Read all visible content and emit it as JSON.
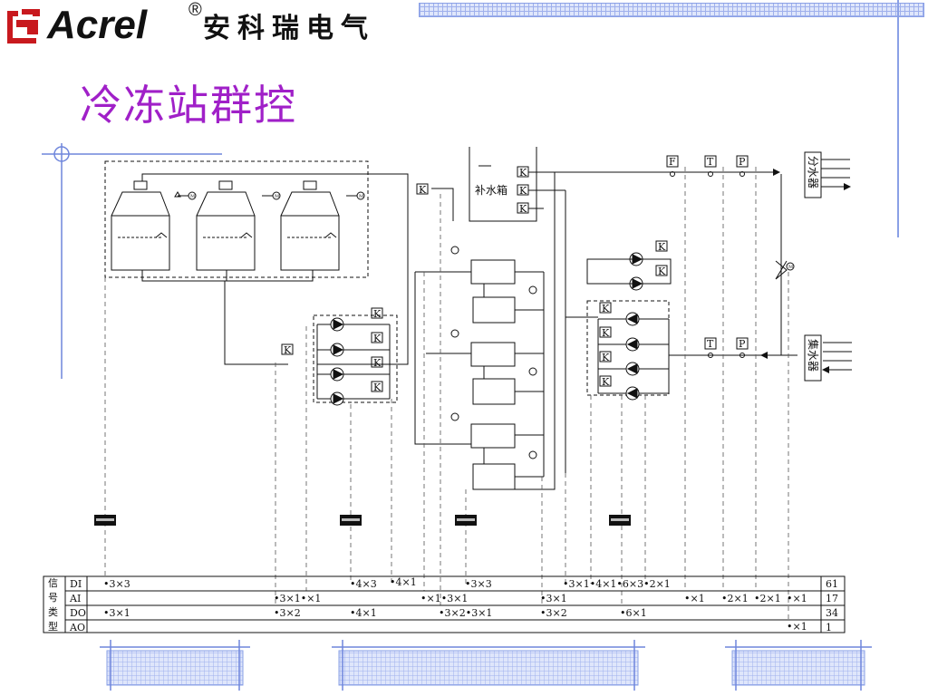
{
  "brand": {
    "name": "Acrel",
    "registered": "®",
    "name_cn": "安科瑞电气",
    "logo_color": "#c8191e"
  },
  "title": "冷冻站群控",
  "title_color": "#a020c8",
  "diagram": {
    "tank_label": "补水箱",
    "supply_header": "分水器",
    "return_header": "集水器",
    "valve_k": "K",
    "sensor_f": "F",
    "sensor_t": "T",
    "sensor_p": "P",
    "motor_m": "M"
  },
  "signal_table": {
    "header_chars": [
      "信",
      "号",
      "类",
      "型"
    ],
    "rows": [
      {
        "type": "DI",
        "cells": [
          "•3×3",
          "•4×3",
          "•4×1",
          "•3×3",
          "•3×1•4×1•6×3•2×1"
        ],
        "total": "61"
      },
      {
        "type": "AI",
        "cells": [
          "•3×1•×1",
          "•×1•3×1",
          "•3×1",
          "•×1",
          "•2×1",
          "•2×1",
          "•×1"
        ],
        "total": "17"
      },
      {
        "type": "DO",
        "cells": [
          "•3×1",
          "•3×2",
          "•4×1",
          "•3×2•3×1",
          "•3×2",
          "•6×1"
        ],
        "total": "34"
      },
      {
        "type": "AO",
        "cells": [
          "•×1"
        ],
        "total": "1"
      }
    ]
  }
}
